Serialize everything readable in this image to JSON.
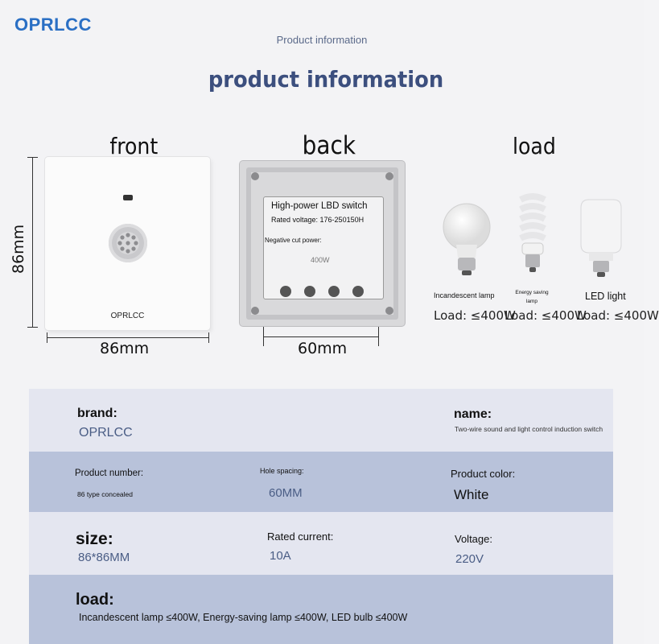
{
  "header": {
    "logo": "OPRLCC",
    "subtitle": "Product information",
    "title": "product information"
  },
  "sections": {
    "front": "front",
    "back": "back",
    "load": "load"
  },
  "front_panel": {
    "brand_mark": "OPRLCC",
    "width_label": "86mm",
    "height_label": "86mm"
  },
  "back_panel": {
    "line1": "High-power LBD switch",
    "line2": "Rated voltage: 176-250150H",
    "line3": "Negative cut power:",
    "power": "400W",
    "width_label": "60mm"
  },
  "loads": [
    {
      "label": "Incandescent lamp",
      "rating": "Load: ≤400W"
    },
    {
      "label": "Energy saving lamp",
      "rating": "Load: ≤400W"
    },
    {
      "label": "LED light",
      "rating": "Load: ≤400W"
    }
  ],
  "specs": {
    "brand_label": "brand:",
    "brand_value": "OPRLCC",
    "name_label": "name:",
    "name_value": "Two-wire sound and light control induction switch",
    "product_number_label": "Product number:",
    "product_number_value": "86 type concealed",
    "hole_spacing_label": "Hole spacing:",
    "hole_spacing_value": "60MM",
    "product_color_label": "Product color:",
    "product_color_value": "White",
    "size_label": "size:",
    "size_value": "86*86MM",
    "rated_current_label": "Rated current:",
    "rated_current_value": "10A",
    "voltage_label": "Voltage:",
    "voltage_value": "220V",
    "load_label": "load:",
    "load_value": "Incandescent lamp ≤400W, Energy-saving lamp ≤400W, LED bulb ≤400W"
  },
  "colors": {
    "logo": "#2a6fc4",
    "title": "#3c4f7e",
    "row_light": "#e4e6f0",
    "row_dark": "#b8c2da"
  }
}
